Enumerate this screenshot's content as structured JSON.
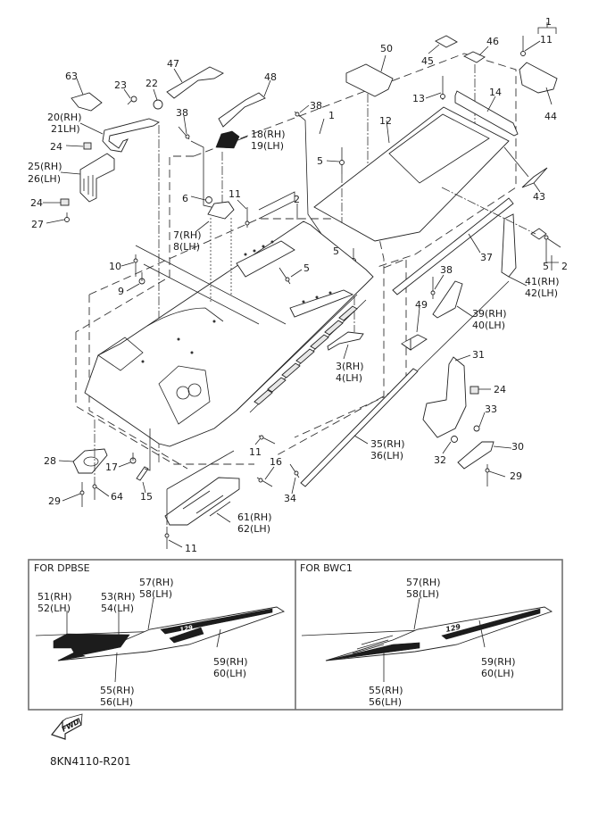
{
  "diagram": {
    "title": "Frame / Tunnel parts diagram",
    "figure_code": "8KN4110-R201",
    "forward_indicator": "FWD",
    "callouts": {
      "c1_top": "1",
      "c11_top": "11",
      "c63": "63",
      "c23": "23",
      "c22": "22",
      "c47": "47",
      "c48": "48",
      "c50": "50",
      "c45": "45",
      "c46": "46",
      "c44": "44",
      "c13": "13",
      "c14": "14",
      "c12": "12",
      "c38a": "38",
      "c38b": "38",
      "c1_mid": "1",
      "c18": "18(RH)",
      "c19": "19(LH)",
      "c20": "20(RH)",
      "c21": "21LH)",
      "c24a": "24",
      "c25": "25(RH)",
      "c26": "26(LH)",
      "c24b": "24",
      "c27": "27",
      "c5a": "5",
      "c43": "43",
      "c6": "6",
      "c7": "7(RH)",
      "c8": "8(LH)",
      "c11a": "11",
      "c2a": "2",
      "c37": "37",
      "c5b": "5",
      "c5c": "5",
      "c5d": "5",
      "c2b": "2",
      "c10": "10",
      "c9": "9",
      "c41": "41(RH)",
      "c42": "42(LH)",
      "c38c": "38",
      "c49": "49",
      "c39": "39(RH)",
      "c40": "40(LH)",
      "c3": "3(RH)",
      "c4": "4(LH)",
      "c31": "31",
      "c24c": "24",
      "c33": "33",
      "c35": "35(RH)",
      "c36": "36(LH)",
      "c30": "30",
      "c32": "32",
      "c29b": "29",
      "c28": "28",
      "c17": "17",
      "c11b": "11",
      "c16": "16",
      "c34": "34",
      "c29a": "29",
      "c64": "64",
      "c15": "15",
      "c61": "61(RH)",
      "c62": "62(LH)",
      "c11c": "11"
    }
  },
  "panels": [
    {
      "title": "FOR DPBSE",
      "callouts": {
        "a": "51(RH)",
        "b": "52(LH)",
        "c": "53(RH)",
        "d": "54(LH)",
        "e": "57(RH)",
        "f": "58(LH)",
        "g": "59(RH)",
        "h": "60(LH)",
        "i": "55(RH)",
        "j": "56(LH)"
      },
      "decal_text": "129"
    },
    {
      "title": "FOR BWC1",
      "callouts": {
        "e": "57(RH)",
        "f": "58(LH)",
        "g": "59(RH)",
        "h": "60(LH)",
        "i": "55(RH)",
        "j": "56(LH)"
      },
      "decal_text": "129"
    }
  ]
}
